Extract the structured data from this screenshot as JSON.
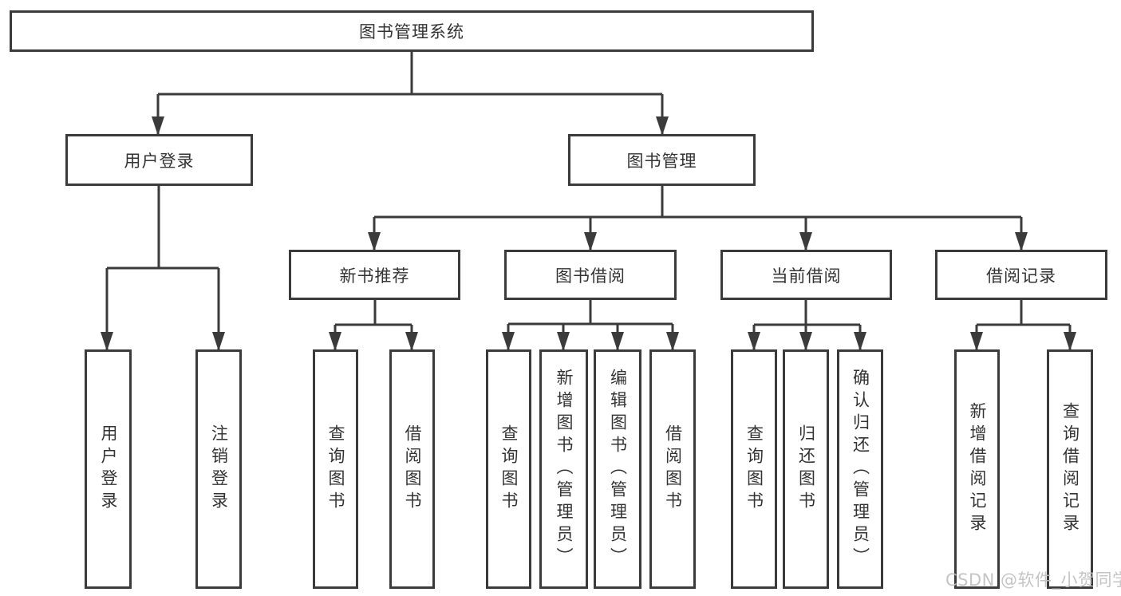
{
  "diagram": {
    "root": "图书管理系统",
    "level2": [
      "用户登录",
      "图书管理"
    ],
    "level3": [
      "新书推荐",
      "图书借阅",
      "当前借阅",
      "借阅记录"
    ],
    "leaves": {
      "user_login": [
        "用户登录",
        "注销登录"
      ],
      "new_books": [
        "查询图书",
        "借阅图书"
      ],
      "book_borrow": [
        "查询图书",
        "新增图书（管理员）",
        "编辑图书（管理员）",
        "借阅图书"
      ],
      "current_borrow": [
        "查询图书",
        "归还图书",
        "确认归还（管理员）"
      ],
      "borrow_records": [
        "新增借阅记录",
        "查询借阅记录"
      ]
    }
  },
  "watermark": "CSDN @软件_小贺同学",
  "colors": {
    "line": "#3b3b3b",
    "text": "#333333",
    "background": "#ffffff",
    "watermark": "#c0c0c0"
  }
}
